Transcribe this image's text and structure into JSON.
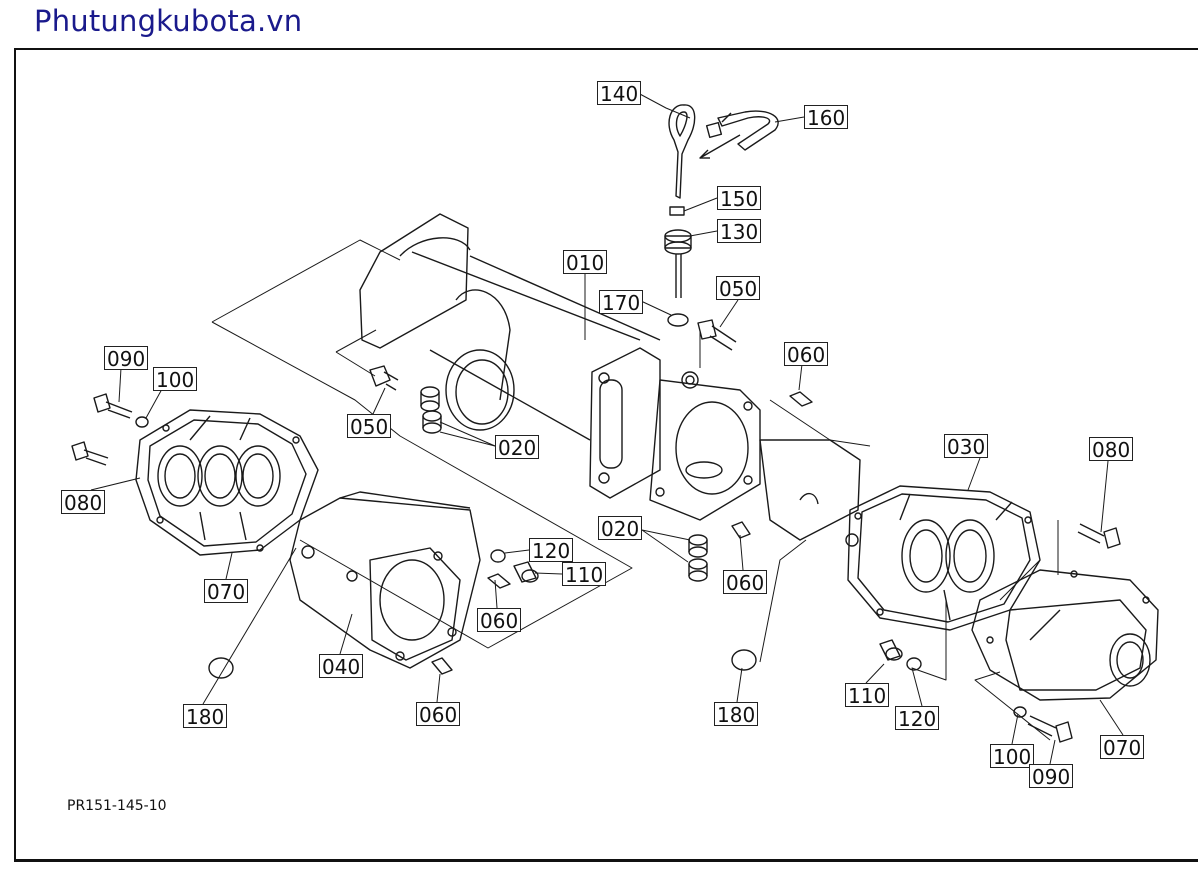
{
  "site": {
    "title": "Phutungkubota.vn"
  },
  "diagram": {
    "code": "PR151-145-10"
  },
  "callouts": [
    {
      "id": "140",
      "label": "140"
    },
    {
      "id": "160",
      "label": "160"
    },
    {
      "id": "150",
      "label": "150"
    },
    {
      "id": "130",
      "label": "130"
    },
    {
      "id": "010",
      "label": "010"
    },
    {
      "id": "170",
      "label": "170"
    },
    {
      "id": "050a",
      "label": "050"
    },
    {
      "id": "060a",
      "label": "060"
    },
    {
      "id": "090a",
      "label": "090"
    },
    {
      "id": "100a",
      "label": "100"
    },
    {
      "id": "050b",
      "label": "050"
    },
    {
      "id": "020a",
      "label": "020"
    },
    {
      "id": "080a",
      "label": "080"
    },
    {
      "id": "030",
      "label": "030"
    },
    {
      "id": "080b",
      "label": "080"
    },
    {
      "id": "020b",
      "label": "020"
    },
    {
      "id": "120a",
      "label": "120"
    },
    {
      "id": "110a",
      "label": "110"
    },
    {
      "id": "060b",
      "label": "060"
    },
    {
      "id": "070a",
      "label": "070"
    },
    {
      "id": "060c",
      "label": "060"
    },
    {
      "id": "040",
      "label": "040"
    },
    {
      "id": "180a",
      "label": "180"
    },
    {
      "id": "060d",
      "label": "060"
    },
    {
      "id": "180b",
      "label": "180"
    },
    {
      "id": "110b",
      "label": "110"
    },
    {
      "id": "120b",
      "label": "120"
    },
    {
      "id": "100b",
      "label": "100"
    },
    {
      "id": "090b",
      "label": "090"
    },
    {
      "id": "070b",
      "label": "070"
    }
  ]
}
